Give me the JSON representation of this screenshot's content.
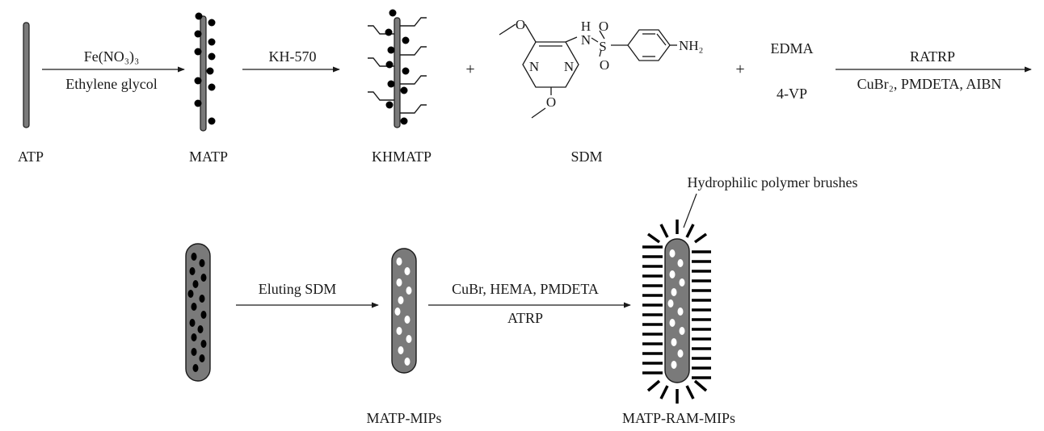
{
  "colors": {
    "rod": "#7a7a7a",
    "ink": "#1a1a1a",
    "white": "#ffffff"
  },
  "labels": {
    "atp": "ATP",
    "matp": "MATP",
    "khmatp": "KHMATP",
    "sdm": "SDM",
    "matp_mips": "MATP-MIPs",
    "matp_ram_mips": "MATP-RAM-MIPs",
    "brushes": "Hydrophilic polymer brushes"
  },
  "steps": {
    "s1_top": "Fe(NO₃)₃",
    "s1_bottom": "Ethylene glycol",
    "s2_top": "KH-570",
    "s3_top": "RATRP",
    "s3_bottom": "CuBr₂, PMDETA, AIBN",
    "s4_top": "Eluting SDM",
    "s5_top": "CuBr, HEMA, PMDETA",
    "s5_bottom": "ATRP"
  },
  "reagents": {
    "plus": "+",
    "edma": "EDMA",
    "vp": "4-VP"
  },
  "sdm_structure": {
    "h": "H",
    "n_link": "N",
    "s": "S",
    "o": "O",
    "nh2": "NH₂",
    "n_ring": "N"
  }
}
